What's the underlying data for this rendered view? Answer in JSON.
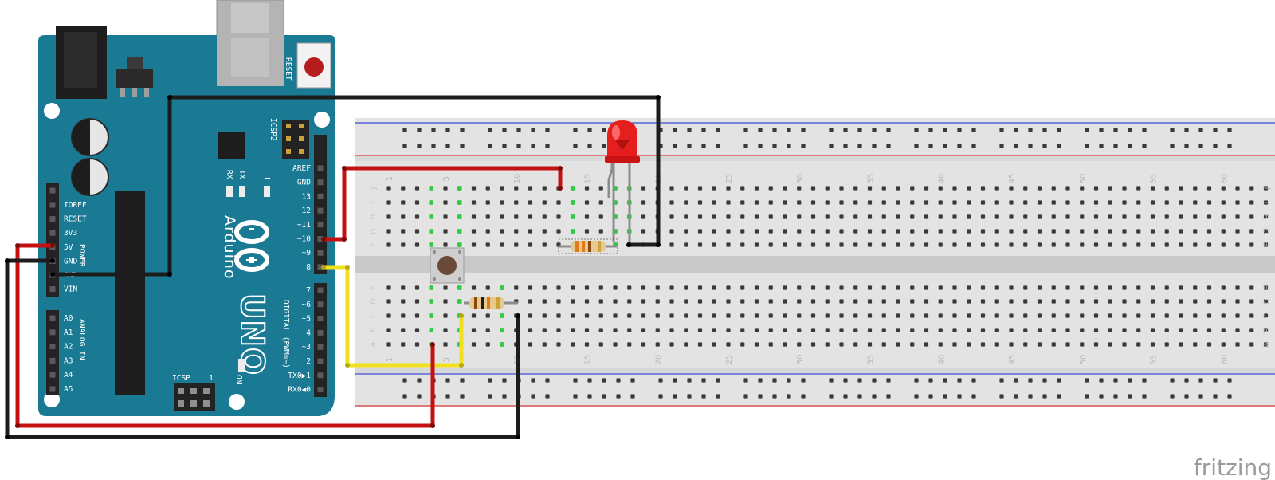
{
  "board": {
    "name": "Arduino",
    "model": "UNO",
    "reset_label": "RESET",
    "icsp2_label": "ICSP2",
    "icsp_label": "ICSP",
    "icsp_pin1": "1",
    "tx_label": "TX",
    "rx_label": "RX",
    "l_label": "L",
    "on_label": "ON",
    "power_label": "POWER",
    "analog_label": "ANALOG IN",
    "digital_label": "DIGITAL (PWM=~)",
    "power_pins": [
      "IOREF",
      "RESET",
      "3V3",
      "5V",
      "GND",
      "GND",
      "VIN"
    ],
    "analog_pins": [
      "A0",
      "A1",
      "A2",
      "A3",
      "A4",
      "A5"
    ],
    "digital_top": [
      "AREF",
      "GND",
      "13",
      "12",
      "~11",
      "~10",
      "~9",
      "8"
    ],
    "digital_bottom": [
      "7",
      "~6",
      "~5",
      "4",
      "~3",
      "2",
      "TX0▶1",
      "RX0◀0"
    ],
    "colors": {
      "pcb": "#1a7a94",
      "pcb_dark": "#13627a"
    }
  },
  "breadboard": {
    "column_numbers": [
      "1",
      "5",
      "10",
      "15",
      "20",
      "25",
      "30",
      "35",
      "40",
      "45",
      "50",
      "55",
      "60"
    ],
    "rows_top": [
      "J",
      "I",
      "H",
      "G",
      "F"
    ],
    "rows_bottom": [
      "E",
      "D",
      "C",
      "B",
      "A"
    ]
  },
  "wire_colors": {
    "red": "#c41010",
    "black": "#1c1c1c",
    "yellow": "#f0e020",
    "green_dot": "#2ecc40"
  },
  "led_color": "#e61e1e",
  "brand": "fritzing"
}
